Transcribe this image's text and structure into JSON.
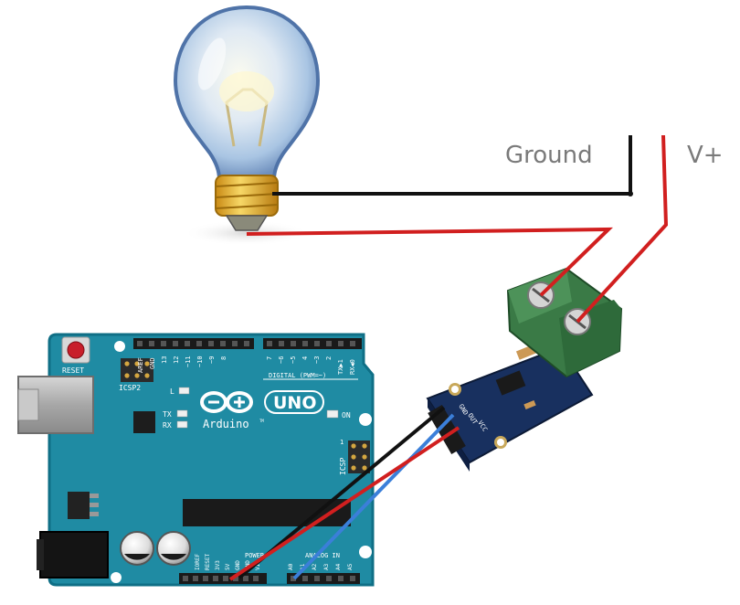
{
  "labels": {
    "ground": "Ground",
    "vplus": "V+"
  },
  "arduino": {
    "reset": "RESET",
    "icsp2": "ICSP2",
    "icsp": "ICSP",
    "led_l": "L",
    "led_tx": "TX",
    "led_rx": "RX",
    "led_on": "ON",
    "logo_uno": "UNO",
    "logo_brand": "Arduino",
    "tm": "TM",
    "digital": "DIGITAL (PWM=~)",
    "analog": "ANALOG IN",
    "power": "POWER",
    "pin_aref": "AREF",
    "pin_gnd": "GND",
    "pin_13": "13",
    "pin_12": "12",
    "pin_11": "~11",
    "pin_10": "~10",
    "pin_9": "~9",
    "pin_8": "8",
    "pin_7": "7",
    "pin_6": "~6",
    "pin_5": "~5",
    "pin_4": "4",
    "pin_3": "~3",
    "pin_2": "2",
    "pin_tx": "TX▶1",
    "pin_rx": "RX◀0",
    "pin_ioref": "IOREF",
    "pin_reset": "RESET",
    "pin_3v3": "3V3",
    "pin_5v": "5V",
    "pin_gnd1": "GND",
    "pin_gnd2": "GND",
    "pin_vin": "VIN",
    "pin_a0": "A0",
    "pin_a1": "A1",
    "pin_a2": "A2",
    "pin_a3": "A3",
    "pin_a4": "A4",
    "pin_a5": "A5",
    "icsp_num": "1"
  },
  "sensor": {
    "gnd": "GND",
    "out": "OUT",
    "vcc": "VCC"
  },
  "colors": {
    "board": "#1f8ba3",
    "board_edge": "#0f6f86",
    "sensor_board": "#18305f",
    "terminal": "#3a7a46",
    "wire_red": "#d11f1f",
    "wire_black": "#111111",
    "wire_blue": "#3b7fd9"
  }
}
